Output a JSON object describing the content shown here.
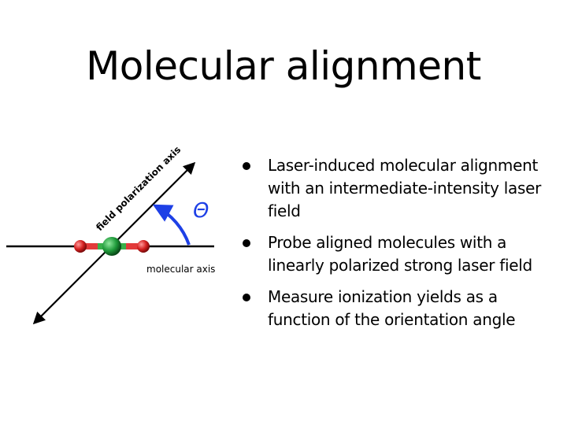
{
  "slide": {
    "title": "Molecular alignment"
  },
  "diagram": {
    "axis_label_field": "field polarization axis",
    "axis_label_molecular": "molecular axis",
    "angle_symbol": "Θ",
    "colors": {
      "angle": "#1e40e6",
      "atom_outer": "#d42020",
      "atom_center": "#1f9a3a",
      "bond_red": "#e23a3a",
      "bond_green": "#39b04a"
    }
  },
  "bullets": [
    {
      "text": "Laser-induced molecular alignment with an intermediate-intensity laser field"
    },
    {
      "text": "Probe aligned molecules with a linearly polarized strong laser field"
    },
    {
      "text": "Measure ionization yields as a function of the orientation angle"
    }
  ]
}
